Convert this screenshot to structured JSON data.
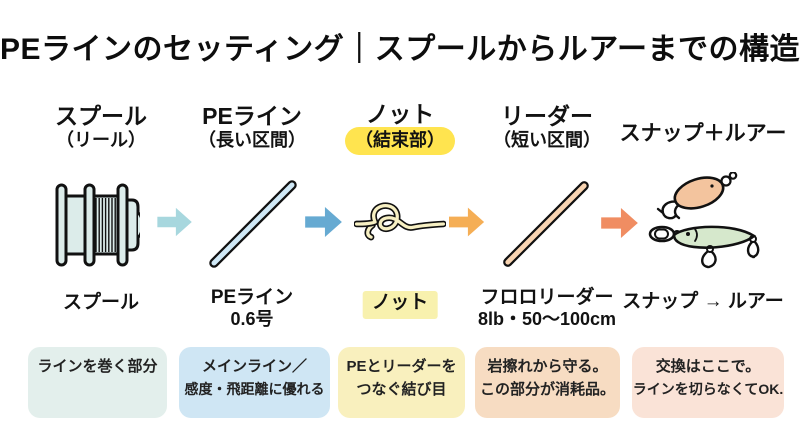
{
  "title": "PEラインのセッティング｜スプールからルアーまでの構造",
  "columns": [
    {
      "header": "スプール",
      "subheader": "（リール）",
      "caption": "スプール",
      "note1": "ラインを巻く部分",
      "note2": "",
      "note_bg": "#e3efec"
    },
    {
      "header": "PEライン",
      "subheader": "（長い区間）",
      "caption": "PEライン",
      "caption2": "0.6号",
      "note1": "メインライン／",
      "note2": "感度・飛距離に優れる",
      "note_bg": "#cfe6f4"
    },
    {
      "header": "ノット",
      "subheader": "（結束部）",
      "caption": "ノット",
      "subheader_bg": "#ffe44f",
      "caption_bg": "#f8f1ae",
      "note1": "PEとリーダーを",
      "note2": "つなぐ結び目",
      "note_bg": "#f9f0be"
    },
    {
      "header": "リーダー",
      "subheader": "（短い区間）",
      "caption": "フロロリーダー",
      "caption2": "8lb・50〜100cm",
      "note1": "岩擦れから守る。",
      "note2": "この部分が消耗品。",
      "note_bg": "#f7dcc2"
    },
    {
      "header": "スナップ＋ルアー",
      "caption": "スナップ → ルアー",
      "note1": "交換はここで。",
      "note2": "ラインを切らなくてOK.",
      "note_bg": "#fae3d7"
    }
  ],
  "arrows": [
    {
      "color": "#a7d7de"
    },
    {
      "color": "#66aad2"
    },
    {
      "color": "#f5ae55"
    },
    {
      "color": "#f08d62"
    }
  ],
  "icon_colors": {
    "spool": "#dcecea",
    "pe_line": "#cfe8f6",
    "knot": "#f7f0c3",
    "leader": "#f8d4b2",
    "spoon": "#f3c49e",
    "minnow": "#d6e8cc"
  }
}
